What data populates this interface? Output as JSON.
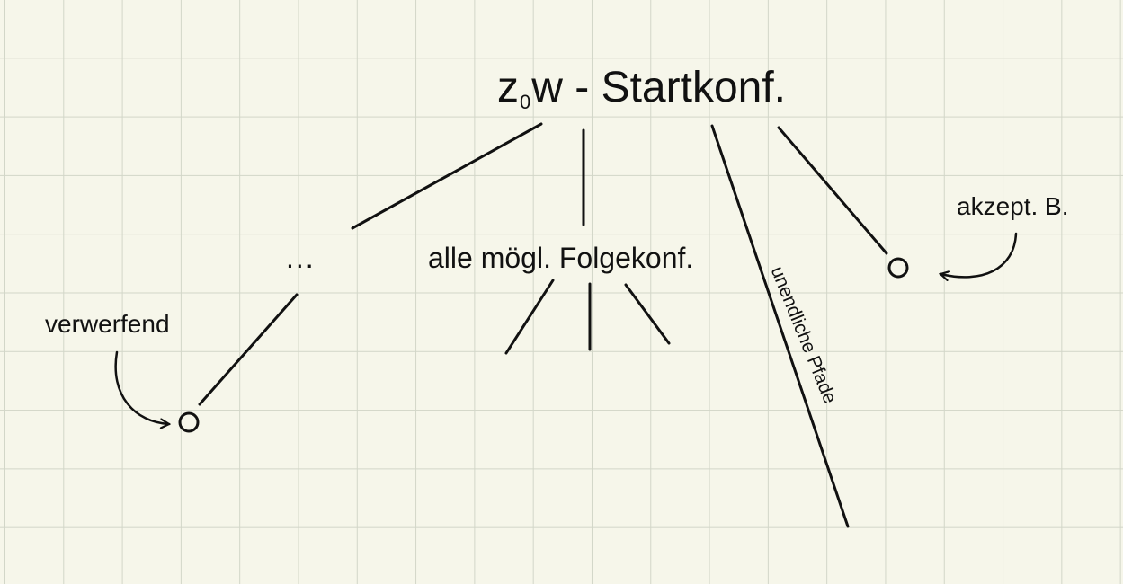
{
  "diagram": {
    "title_prefix": "z",
    "title_subscript": "0",
    "title_rest": "w - Startkonf.",
    "middle_label": "alle mögl. Folgekonf.",
    "ellipsis": "...",
    "reject_label": "verwerfend",
    "accept_label": "akzept. B.",
    "infinite_label": "unendliche Pfade",
    "colors": {
      "background": "#f6f6ea",
      "grid": "#d2d6c8",
      "ink": "#111111"
    }
  }
}
